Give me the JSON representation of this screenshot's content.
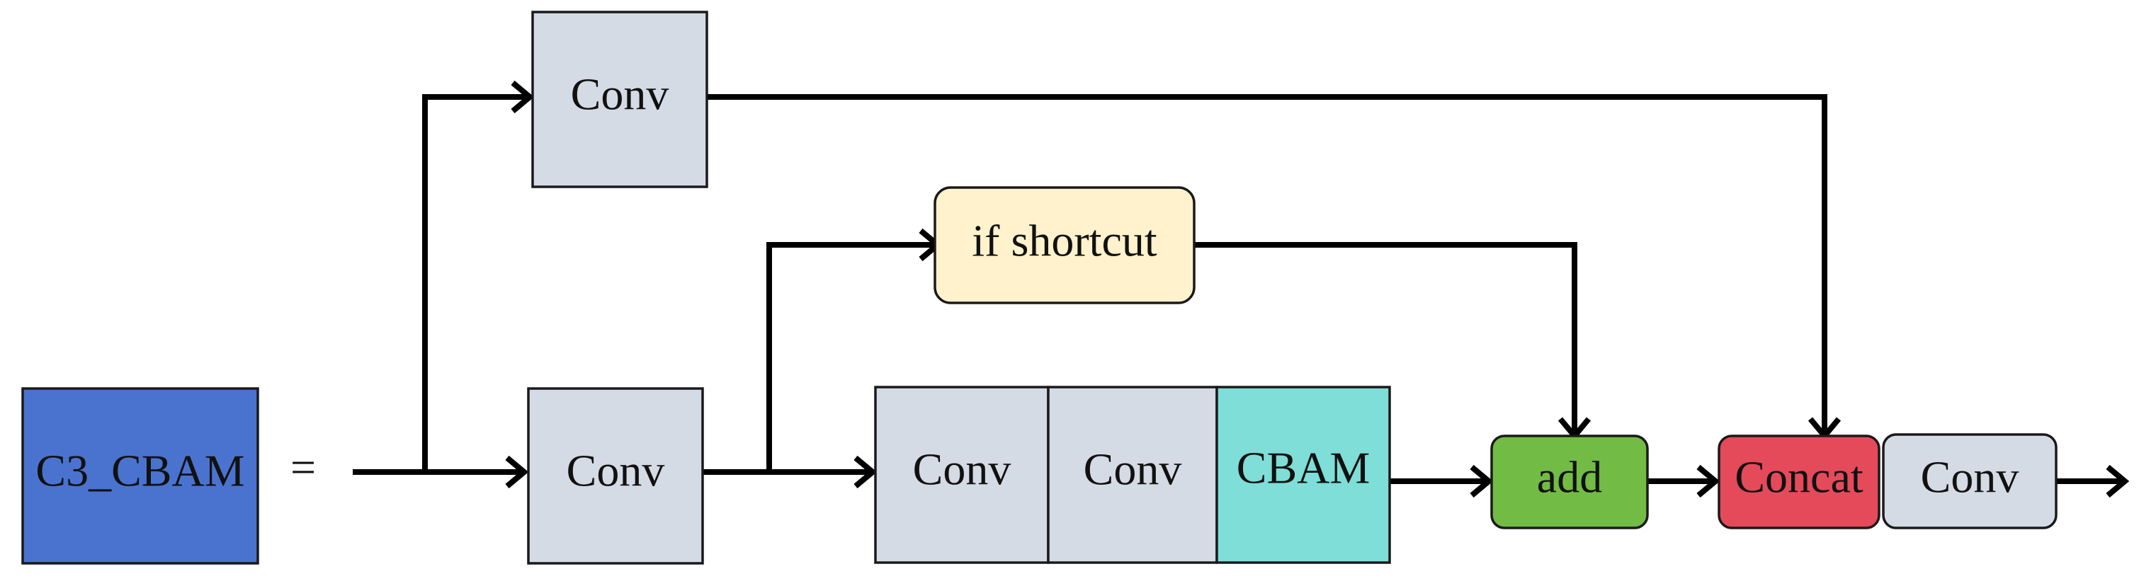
{
  "diagram": {
    "module_name": "C3_CBAM",
    "equals_sign": "=",
    "nodes": {
      "input_block": "C3_CBAM",
      "conv_top": "Conv",
      "conv_mid": "Conv",
      "if_shortcut": "if shortcut",
      "bottleneck_conv_1": "Conv",
      "bottleneck_conv_2": "Conv",
      "cbam": "CBAM",
      "add": "add",
      "concat": "Concat",
      "conv_out": "Conv"
    },
    "colors": {
      "input_block": "#4a73d0",
      "conv": "#d5dbe5",
      "if_shortcut": "#fff2cc",
      "cbam": "#7fded7",
      "add": "#72bb45",
      "concat": "#e44a5a",
      "line": "#000000"
    }
  }
}
